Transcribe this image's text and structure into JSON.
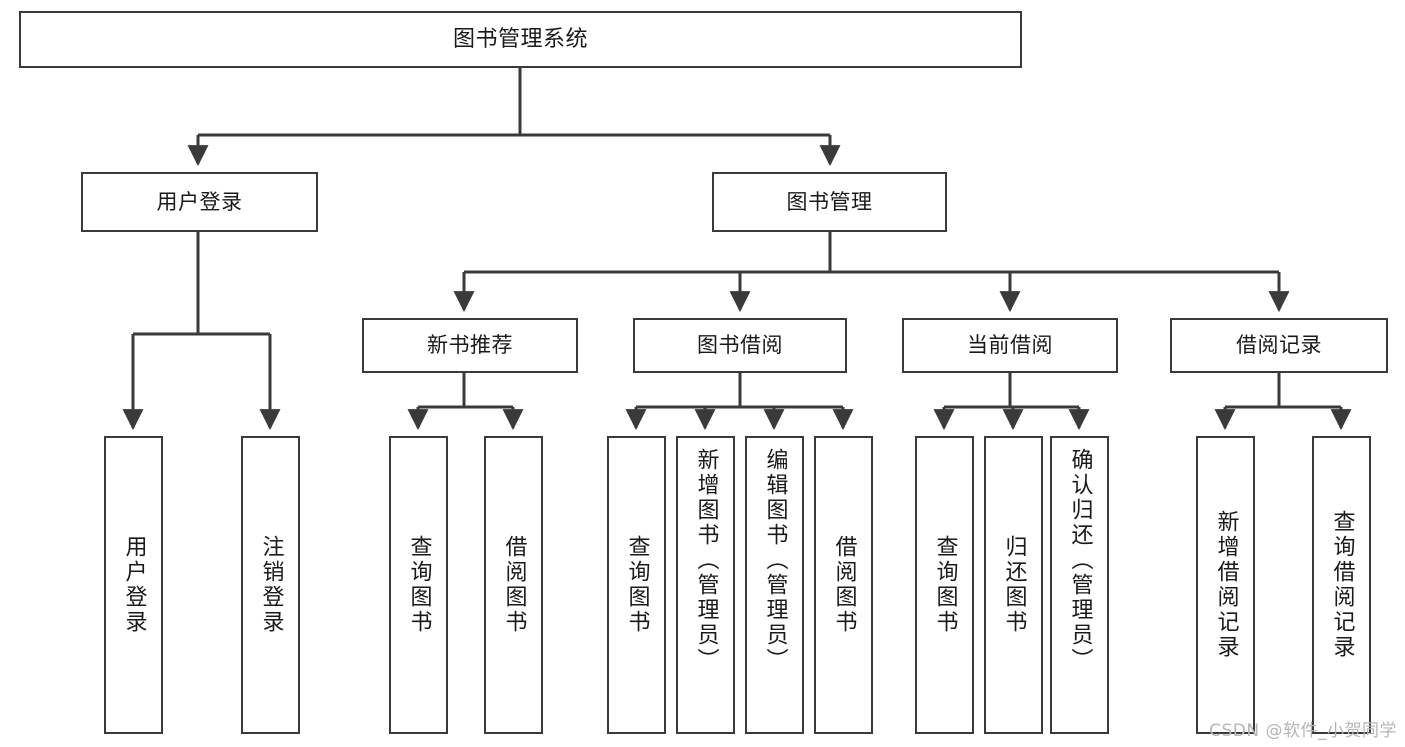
{
  "diagram": {
    "title": "图书管理系统",
    "type": "function-structure-tree",
    "stroke_color": "#3a3a3a",
    "text_color": "#1a1a1a",
    "background_color": "#ffffff"
  },
  "root": {
    "label": "图书管理系统"
  },
  "level2": [
    {
      "id": "user-login",
      "label": "用户登录"
    },
    {
      "id": "book-manage",
      "label": "图书管理"
    }
  ],
  "level3": [
    {
      "id": "new-book-recommend",
      "label": "新书推荐"
    },
    {
      "id": "book-borrow",
      "label": "图书借阅"
    },
    {
      "id": "current-borrow",
      "label": "当前借阅"
    },
    {
      "id": "borrow-record",
      "label": "借阅记录"
    }
  ],
  "leaves": {
    "user_login": [
      {
        "id": "leaf-user-login",
        "label": "用户登录"
      },
      {
        "id": "leaf-logout-login",
        "label": "注销登录"
      }
    ],
    "new_book_recommend": [
      {
        "id": "leaf-query-book-1",
        "label": "查询图书"
      },
      {
        "id": "leaf-borrow-book-1",
        "label": "借阅图书"
      }
    ],
    "book_borrow": [
      {
        "id": "leaf-query-book-2",
        "label": "查询图书"
      },
      {
        "id": "leaf-add-book",
        "label": "新增图书（管理员）"
      },
      {
        "id": "leaf-edit-book",
        "label": "编辑图书（管理员）"
      },
      {
        "id": "leaf-borrow-book-2",
        "label": "借阅图书"
      }
    ],
    "current_borrow": [
      {
        "id": "leaf-query-book-3",
        "label": "查询图书"
      },
      {
        "id": "leaf-return-book",
        "label": "归还图书"
      },
      {
        "id": "leaf-confirm-return",
        "label": "确认归还（管理员）"
      }
    ],
    "borrow_record": [
      {
        "id": "leaf-add-record",
        "label": "新增借阅记录"
      },
      {
        "id": "leaf-query-record",
        "label": "查询借阅记录"
      }
    ]
  },
  "watermark": {
    "text": "CSDN @软件_小贺同学"
  }
}
